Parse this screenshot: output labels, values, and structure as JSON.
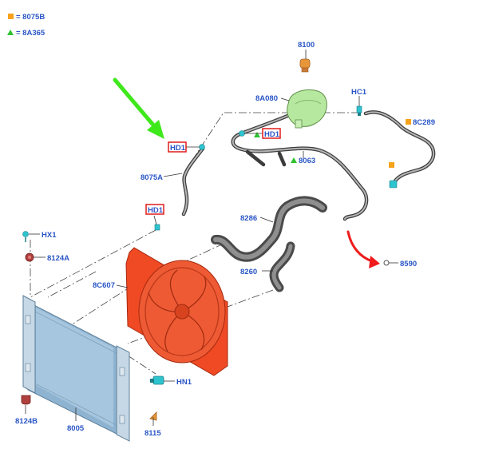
{
  "legend": [
    {
      "symbol": "orange-square",
      "text": "= 8075B"
    },
    {
      "symbol": "green-triangle",
      "text": "= 8A365"
    }
  ],
  "labels": {
    "l8100": "8100",
    "l8a080": "8A080",
    "lhc1": "HC1",
    "l8c289": "8C289",
    "lhd1_top": "HD1",
    "lhd1_mid": "HD1",
    "lhd1_low": "HD1",
    "l8063": "8063",
    "l8075a": "8075A",
    "l8286": "8286",
    "lhx1": "HX1",
    "l8124a": "8124A",
    "l8c607": "8C607",
    "l8260": "8260",
    "l8590": "8590",
    "lhn1": "HN1",
    "l8124b": "8124B",
    "l8005": "8005",
    "l8115": "8115"
  },
  "colors": {
    "label_blue": "#2a56c6",
    "highlight_red": "#e01b1b",
    "arrow_green": "#3fe81b",
    "arrow_red": "#ee1c1c",
    "fan_orange": "#f04a24",
    "radiator_blue": "#8eb3d1",
    "reservoir_green": "#b7e8a0",
    "clip_cyan": "#2ec4cf",
    "cap_orange": "#e8963a",
    "marker_orange": "#f7a21b",
    "marker_green": "#2fc12f"
  }
}
